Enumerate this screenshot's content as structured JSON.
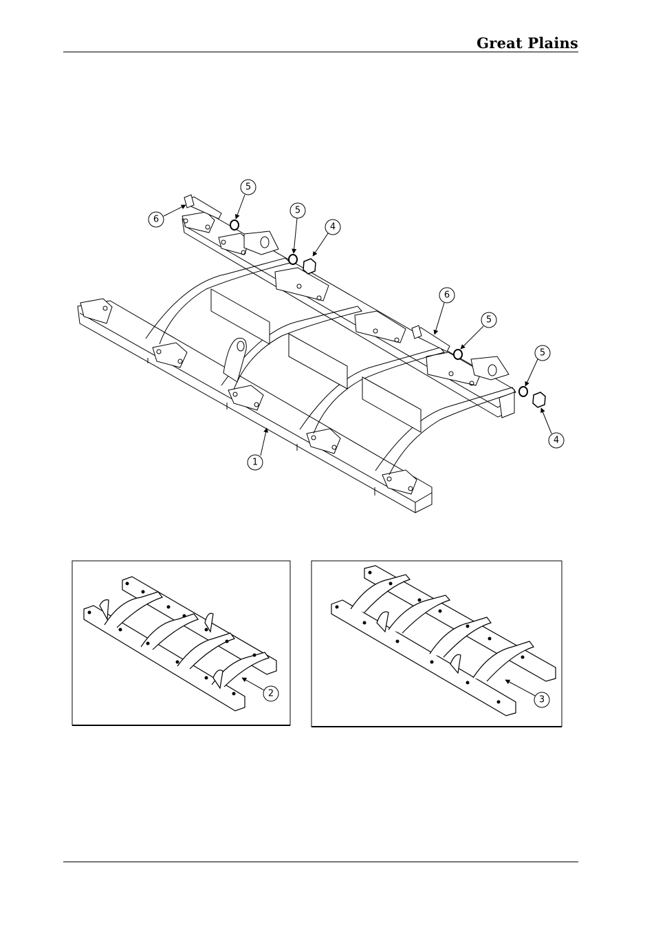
{
  "header": {
    "brand": "Great Plains"
  },
  "main_figure": {
    "callouts": [
      {
        "id": "c6a",
        "label": "6"
      },
      {
        "id": "c5a",
        "label": "5"
      },
      {
        "id": "c5b",
        "label": "5"
      },
      {
        "id": "c4a",
        "label": "4"
      },
      {
        "id": "c6b",
        "label": "6"
      },
      {
        "id": "c5c",
        "label": "5"
      },
      {
        "id": "c5d",
        "label": "5"
      },
      {
        "id": "c4b",
        "label": "4"
      },
      {
        "id": "c1",
        "label": "1"
      }
    ]
  },
  "inset_left": {
    "callout": "2"
  },
  "inset_right": {
    "callout": "3"
  }
}
